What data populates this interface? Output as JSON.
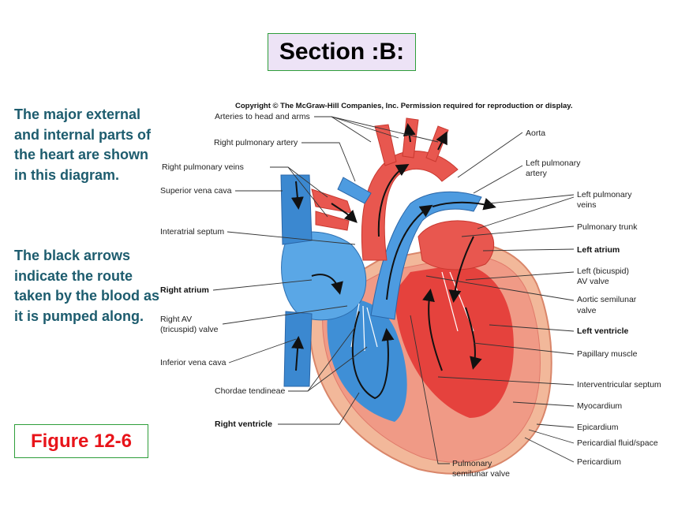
{
  "section_title": "Section :B:",
  "description": {
    "p1": "The major external and internal parts of the heart are shown in this diagram.",
    "p2": "The black arrows indicate the route taken by the blood as it is pumped along."
  },
  "figure_label": "Figure 12-6",
  "copyright": "Copyright © The McGraw-Hill Companies, Inc. Permission required for reproduction or display.",
  "labels": {
    "arteries_head_arms": "Arteries to head and arms",
    "right_pulmonary_artery": "Right pulmonary artery",
    "right_pulmonary_veins": "Right pulmonary veins",
    "superior_vena_cava": "Superior vena cava",
    "interatrial_septum": "Interatrial septum",
    "right_atrium": "Right atrium",
    "right_av_valve_1": "Right AV",
    "right_av_valve_2": "(tricuspid) valve",
    "inferior_vena_cava": "Inferior vena cava",
    "chordae_tendineae": "Chordae tendineae",
    "right_ventricle": "Right ventricle",
    "pulmonary_semilunar_1": "Pulmonary",
    "pulmonary_semilunar_2": "semilunar valve",
    "aorta": "Aorta",
    "left_pulmonary_artery_1": "Left pulmonary",
    "left_pulmonary_artery_2": "artery",
    "left_pulmonary_veins_1": "Left pulmonary",
    "left_pulmonary_veins_2": "veins",
    "pulmonary_trunk": "Pulmonary trunk",
    "left_atrium": "Left atrium",
    "left_av_valve_1": "Left (bicuspid)",
    "left_av_valve_2": "AV valve",
    "aortic_semilunar_1": "Aortic semilunar",
    "aortic_semilunar_2": "valve",
    "left_ventricle": "Left ventricle",
    "papillary_muscle": "Papillary muscle",
    "interventricular_septum": "Interventricular septum",
    "myocardium": "Myocardium",
    "epicardium": "Epicardium",
    "pericardial_fluid": "Pericardial fluid/space",
    "pericardium": "Pericardium"
  },
  "colors": {
    "accent_green": "#2e9e3a",
    "figure_red": "#e8141a",
    "text_teal": "#1d5c6e",
    "oxygenated": "#e8574f",
    "deoxygenated": "#3f8fd6"
  }
}
